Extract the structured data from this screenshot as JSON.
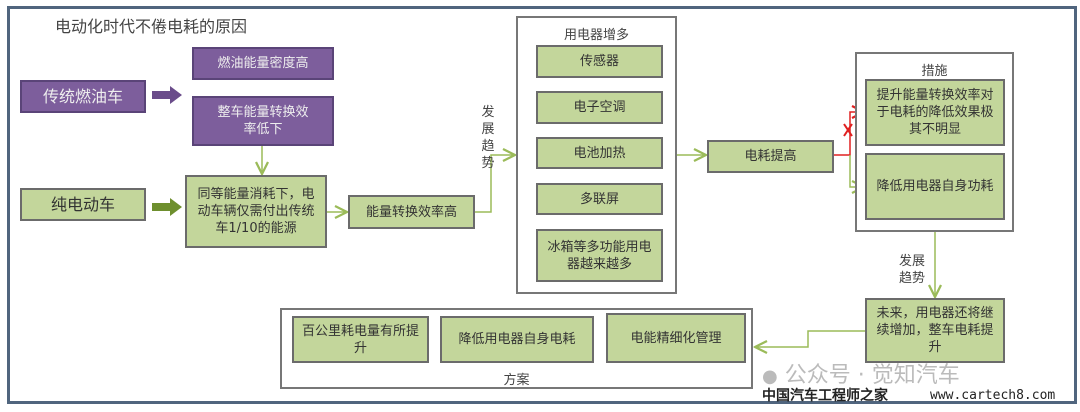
{
  "title": "电动化时代不倦电耗的原因",
  "left": {
    "ice_car": "传统燃油车",
    "ice_reason1": "燃油能量密度高",
    "ice_reason2": "整车能量转换效率低下",
    "ev_car": "纯电动车",
    "ev_desc": "同等能量消耗下，电动车辆仅需付出传统车1/10的能源",
    "efficiency": "能量转换效率高",
    "trend_label": "发展趋势"
  },
  "devices": {
    "title": "用电器增多",
    "items": [
      "传感器",
      "电子空调",
      "电池加热",
      "多联屏",
      "冰箱等多功能用电器越来越多"
    ]
  },
  "consumption": "电耗提高",
  "measures": {
    "title": "措施",
    "items": [
      "提升能量转换效率对于电耗的降低效果极其不明显",
      "降低用电器自身功耗"
    ]
  },
  "trend_label2": "发展趋势",
  "future": "未来，用电器还将继续增加，整车电耗提升",
  "plan": {
    "title": "方案",
    "items": [
      "百公里耗电量有所提升",
      "降低用电器自身电耗",
      "电能精细化管理"
    ]
  },
  "watermark": {
    "account": "公众号 · 觉知汽车",
    "site_name": "中国汽车工程师之家",
    "url": "www.cartech8.com"
  },
  "colors": {
    "green": "#c3d69b",
    "purple": "#7d5e9c",
    "arrow": "#9bbb59",
    "red": "#e02020"
  }
}
